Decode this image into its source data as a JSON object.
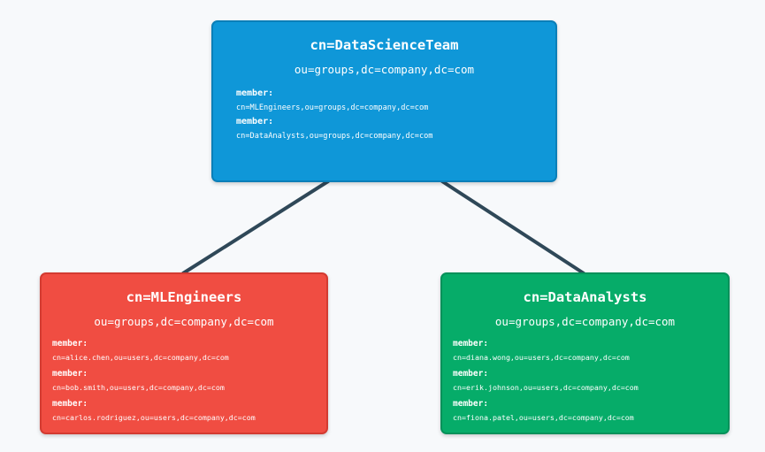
{
  "root": {
    "title": "cn=DataScienceTeam",
    "subtitle": "ou=groups,dc=company,dc=com",
    "members": [
      {
        "label": "member:",
        "value": "cn=MLEngineers,ou=groups,dc=company,dc=com"
      },
      {
        "label": "member:",
        "value": "cn=DataAnalysts,ou=groups,dc=company,dc=com"
      }
    ]
  },
  "ml_engineers": {
    "title": "cn=MLEngineers",
    "subtitle": "ou=groups,dc=company,dc=com",
    "members": [
      {
        "label": "member:",
        "value": "cn=alice.chen,ou=users,dc=company,dc=com"
      },
      {
        "label": "member:",
        "value": "cn=bob.smith,ou=users,dc=company,dc=com"
      },
      {
        "label": "member:",
        "value": "cn=carlos.rodriguez,ou=users,dc=company,dc=com"
      }
    ]
  },
  "data_analysts": {
    "title": "cn=DataAnalysts",
    "subtitle": "ou=groups,dc=company,dc=com",
    "members": [
      {
        "label": "member:",
        "value": "cn=diana.wong,ou=users,dc=company,dc=com"
      },
      {
        "label": "member:",
        "value": "cn=erik.johnson,ou=users,dc=company,dc=com"
      },
      {
        "label": "member:",
        "value": "cn=fiona.patel,ou=users,dc=company,dc=com"
      }
    ]
  },
  "colors": {
    "root_fill": "#0f97d8",
    "ml_engineers_fill": "#f04d42",
    "data_analysts_fill": "#06ac69",
    "connector": "#2f4858",
    "background": "#f7f9fb"
  }
}
